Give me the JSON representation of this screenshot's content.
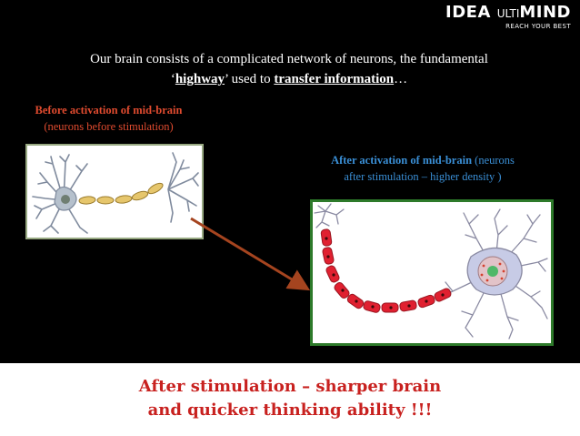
{
  "logo": {
    "brand_main": "IDEA",
    "brand_ulti": "ULTI",
    "brand_end": "MIND",
    "tagline": "REACH YOUR BEST"
  },
  "intro": {
    "line1": "Our brain consists of a complicated network of neurons, the fundamental",
    "quote_open": "‘",
    "highway": "highway",
    "quote_close": "’",
    "mid": " used to ",
    "transfer": "transfer information",
    "ellipsis": "…"
  },
  "before": {
    "title": "Before activation of mid-brain",
    "sub": "(neurons before stimulation)"
  },
  "after": {
    "title": "After activation of mid-brain",
    "sub1": " (neurons",
    "sub2": "after stimulation – higher density )"
  },
  "footer": {
    "line1": "After stimulation – sharper brain",
    "line2": "and quicker thinking ability !!!"
  },
  "colors": {
    "before_caption": "#e04b2f",
    "after_caption": "#3a8fd6",
    "footer_text": "#c8211f",
    "arrow": "#a5441f",
    "after_frame": "#2d7a2a"
  }
}
